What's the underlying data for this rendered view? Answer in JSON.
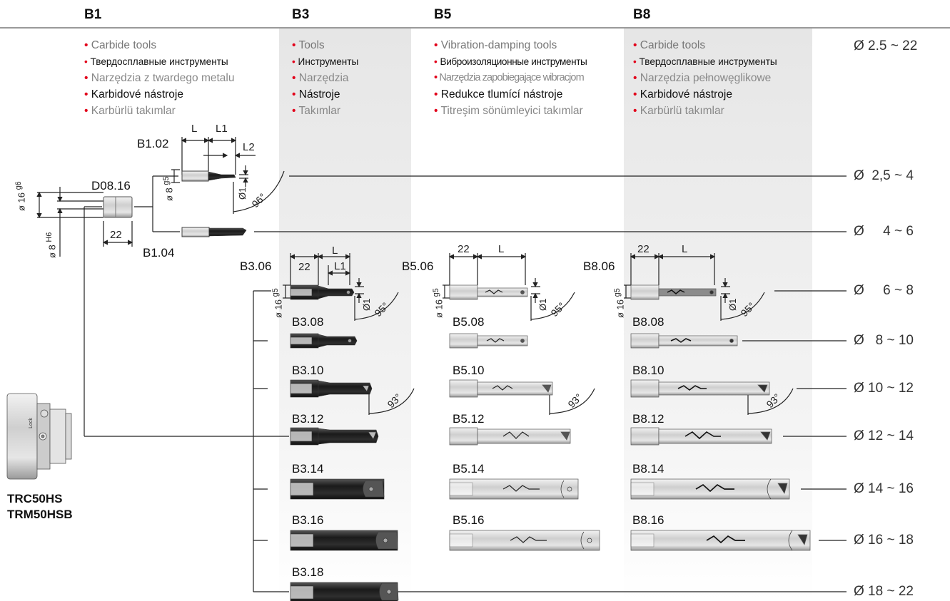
{
  "headers": [
    "B1",
    "B3",
    "B5",
    "B8"
  ],
  "series_text": {
    "B1": [
      "Carbide tools",
      "Твердосплавные инструменты",
      "Narzędzia z twardego metalu",
      "Karbidové nástroje",
      "Karbürlü takımlar"
    ],
    "B3": [
      "Tools",
      "Инструменты",
      "Narzędzia",
      "Nástroje",
      "Takımlar"
    ],
    "B5": [
      "Vibration-damping tools",
      "Виброизоляционные инструменты",
      "Narzędzia zapobiegające wibracjom",
      "Redukce tlumící nástroje",
      "Titreşim sönümleyici takımlar"
    ],
    "B8": [
      "Carbide tools",
      "Твердосплавные инструменты",
      "Narzędzia pełnowęglikowe",
      "Karbidové nástroje",
      "Karbürlü takımlar"
    ]
  },
  "ranges": [
    "Ø 2.5 ~ 22",
    "Ø  2,5 ~ 4",
    "Ø     4 ~ 6",
    "Ø     6 ~ 8",
    "Ø   8 ~ 10",
    "Ø 10 ~ 12",
    "Ø 12 ~ 14",
    "Ø 14 ~ 16",
    "Ø 16 ~ 18",
    "Ø 18 ~ 22"
  ],
  "codes": {
    "b1": [
      "B1.02",
      "B1.04",
      "D08.16"
    ],
    "b3": [
      "B3.06",
      "B3.08",
      "B3.10",
      "B3.12",
      "B3.14",
      "B3.16",
      "B3.18"
    ],
    "b5": [
      "B5.06",
      "B5.08",
      "B5.10",
      "B5.12",
      "B5.14",
      "B5.16"
    ],
    "b8": [
      "B8.06",
      "B8.08",
      "B8.10",
      "B8.12",
      "B8.14",
      "B8.16"
    ]
  },
  "holder": [
    "TRC50HS",
    "TRM50HSB"
  ],
  "dims": {
    "L": "L",
    "L1": "L1",
    "L2": "L2",
    "d22": "22",
    "d16g6": "ø 16",
    "g6": "g6",
    "d8H6": "ø 8",
    "H6": "H6",
    "d8g5": "ø 8",
    "g5": "g5",
    "d16g5": "ø 16",
    "d1": "Ø1",
    "a96": "96°",
    "a95": "95°",
    "a93": "93°",
    "lock": "Lock"
  },
  "colors": {
    "accent": "#e2001a",
    "band": "#e9e9e9",
    "steel_dark": "#2a2a2a",
    "steel_light": "#d4d4d4"
  }
}
